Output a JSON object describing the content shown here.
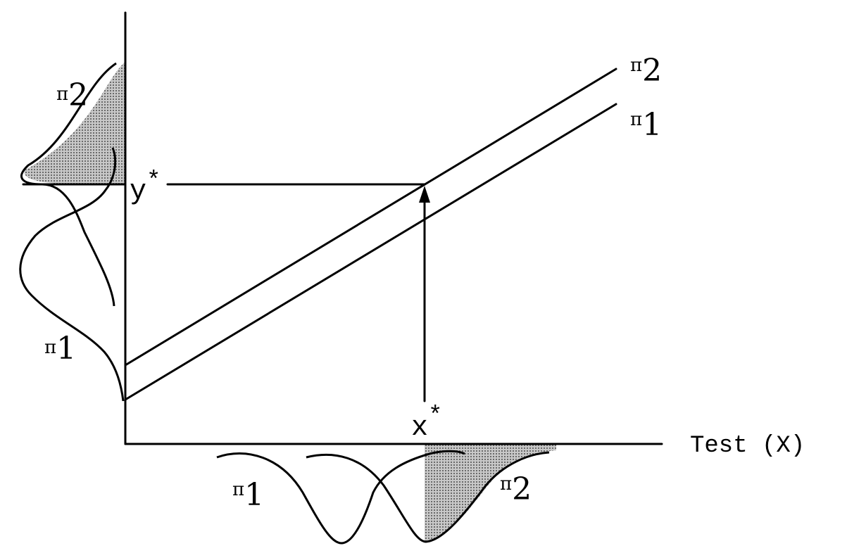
{
  "diagram": {
    "x_axis_label": "Test (X)",
    "cutoff_x_label": "x",
    "cutoff_y_label": "y",
    "star": "*",
    "pi_symbol": "π",
    "group_1_subscript": "1",
    "group_2_subscript": "2"
  },
  "colors": {
    "ink": "#000000",
    "shade": "#8a8a8a",
    "background": "#ffffff"
  }
}
